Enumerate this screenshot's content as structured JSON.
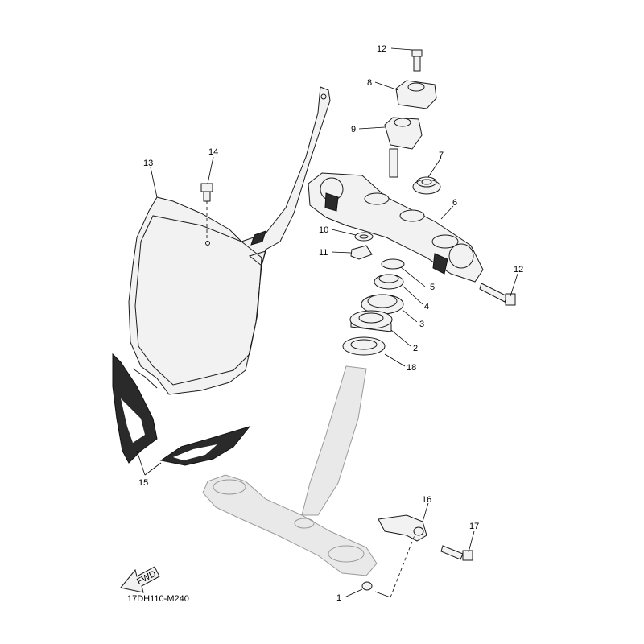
{
  "diagram": {
    "code": "17DH110-M240",
    "fwd_label": "FWD",
    "callouts": {
      "c1": "1",
      "c2": "2",
      "c3": "3",
      "c4": "4",
      "c5": "5",
      "c6": "6",
      "c7": "7",
      "c8": "8",
      "c9": "9",
      "c10": "10",
      "c11": "11",
      "c12a": "12",
      "c12b": "12",
      "c13": "13",
      "c14": "14",
      "c15": "15",
      "c16": "16",
      "c17": "17",
      "c18": "18"
    }
  }
}
